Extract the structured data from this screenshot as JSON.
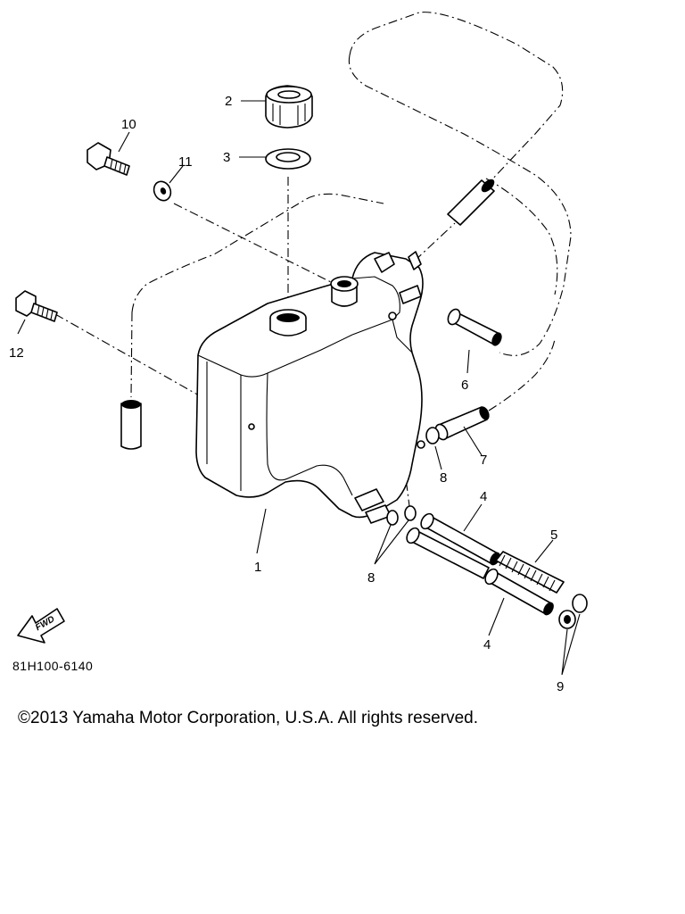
{
  "diagram": {
    "callouts": {
      "c1": "1",
      "c2": "2",
      "c3": "3",
      "c4a": "4",
      "c4b": "4",
      "c5": "5",
      "c6": "6",
      "c7": "7",
      "c8a": "8",
      "c8b": "8",
      "c9": "9",
      "c10": "10",
      "c11": "11",
      "c12": "12"
    },
    "fwd_label": "FWD",
    "drawing_code": "81H100-6140"
  },
  "footer": {
    "copyright": "©2013 Yamaha Motor Corporation, U.S.A. All rights reserved."
  }
}
